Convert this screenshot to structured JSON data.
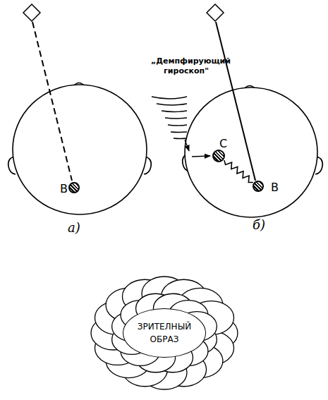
{
  "diagram": {
    "nodes": [
      {
        "text": [
          "В"
        ]
      },
      {
        "text": [
          "С"
        ]
      },
      {
        "text": [
          "В"
        ]
      },
      {
        "text": [
          "ЗРИТЕЛНЫЙ ОБРАЗ"
        ]
      }
    ],
    "edges": [
      {
        "from": 1,
        "to": 2,
        "arrow": "none"
      }
    ],
    "labels": [
      "„Демпфирующий гироскоп\"",
      "а)",
      "б)"
    ]
  }
}
